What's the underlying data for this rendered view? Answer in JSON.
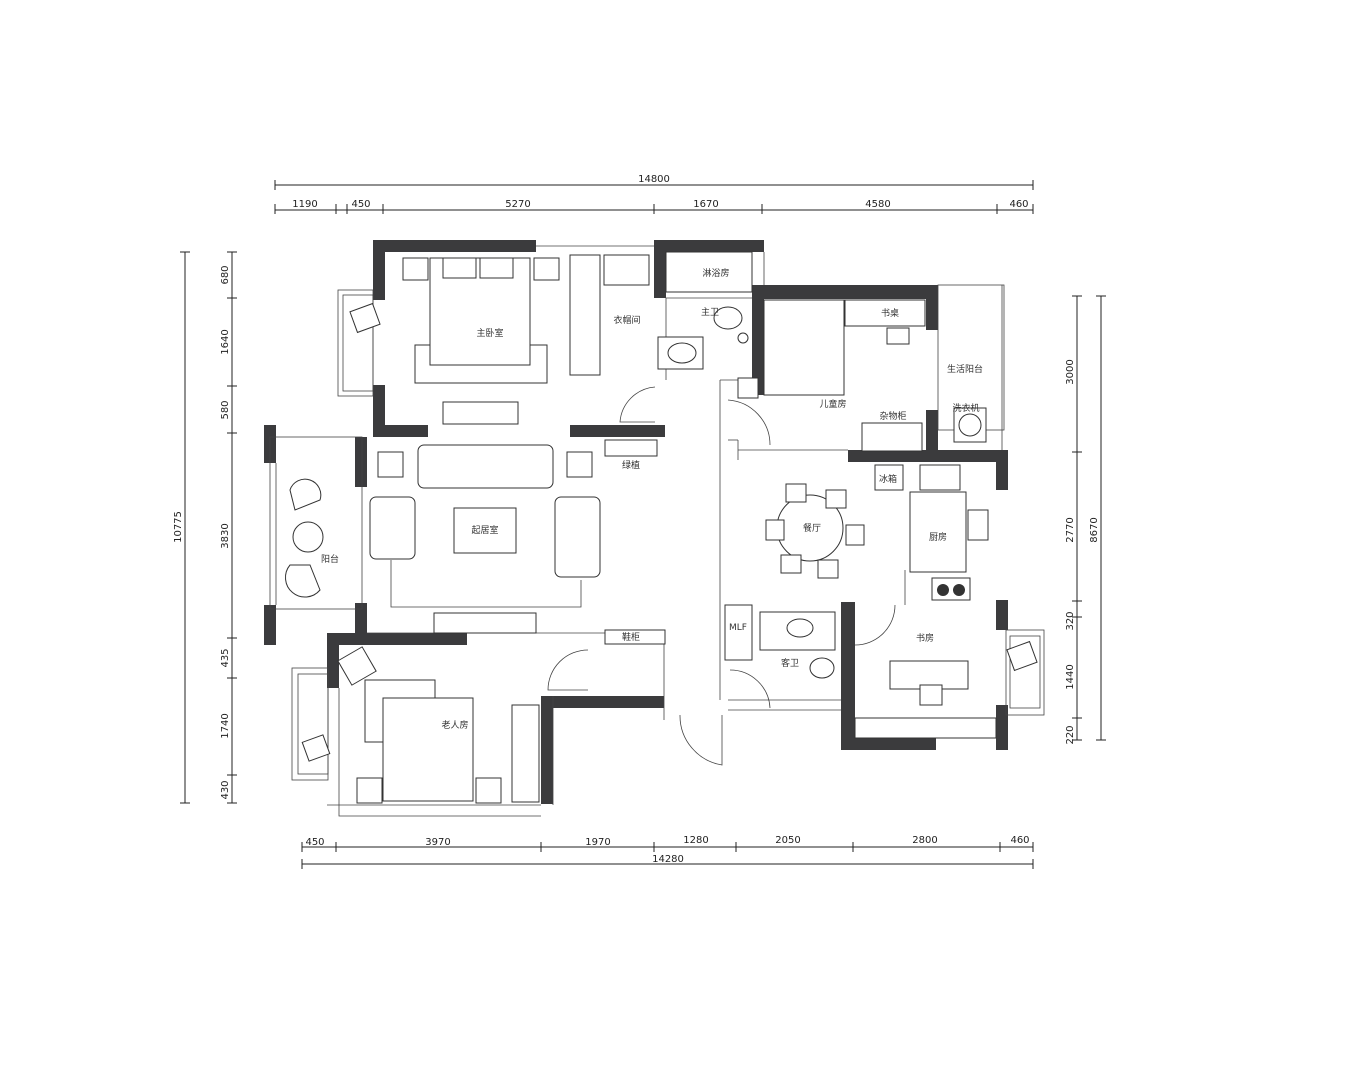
{
  "dimensions": {
    "top_total": "14800",
    "top": [
      "1190",
      "450",
      "5270",
      "1670",
      "4580",
      "460"
    ],
    "left_total": "10775",
    "left": [
      "680",
      "1640",
      "580",
      "3830",
      "435",
      "1740",
      "430"
    ],
    "right_total": "8670",
    "right": [
      "3000",
      "2770",
      "320",
      "1440",
      "220"
    ],
    "bottom_total": "14280",
    "bottom": [
      "450",
      "3970",
      "1970",
      "1280",
      "2050",
      "2800",
      "460"
    ]
  },
  "rooms": {
    "master_bedroom": "主卧室",
    "walk_in_closet": "衣帽间",
    "shower": "淋浴房",
    "bathroom": "主卫",
    "kids_room": "儿童房",
    "desk": "书桌",
    "utility_balcony": "生活阳台",
    "washer": "洗衣机",
    "storage": "杂物柜",
    "fridge": "冰箱",
    "kitchen": "厨房",
    "dining": "餐厅",
    "guest_bath": "客卫",
    "study": "书房",
    "living_table": "起居室",
    "balcony": "阳台",
    "elder_room": "老人房",
    "shoe_cabinet": "鞋柜",
    "plant": "绿植",
    "cabinet": "MLF"
  }
}
